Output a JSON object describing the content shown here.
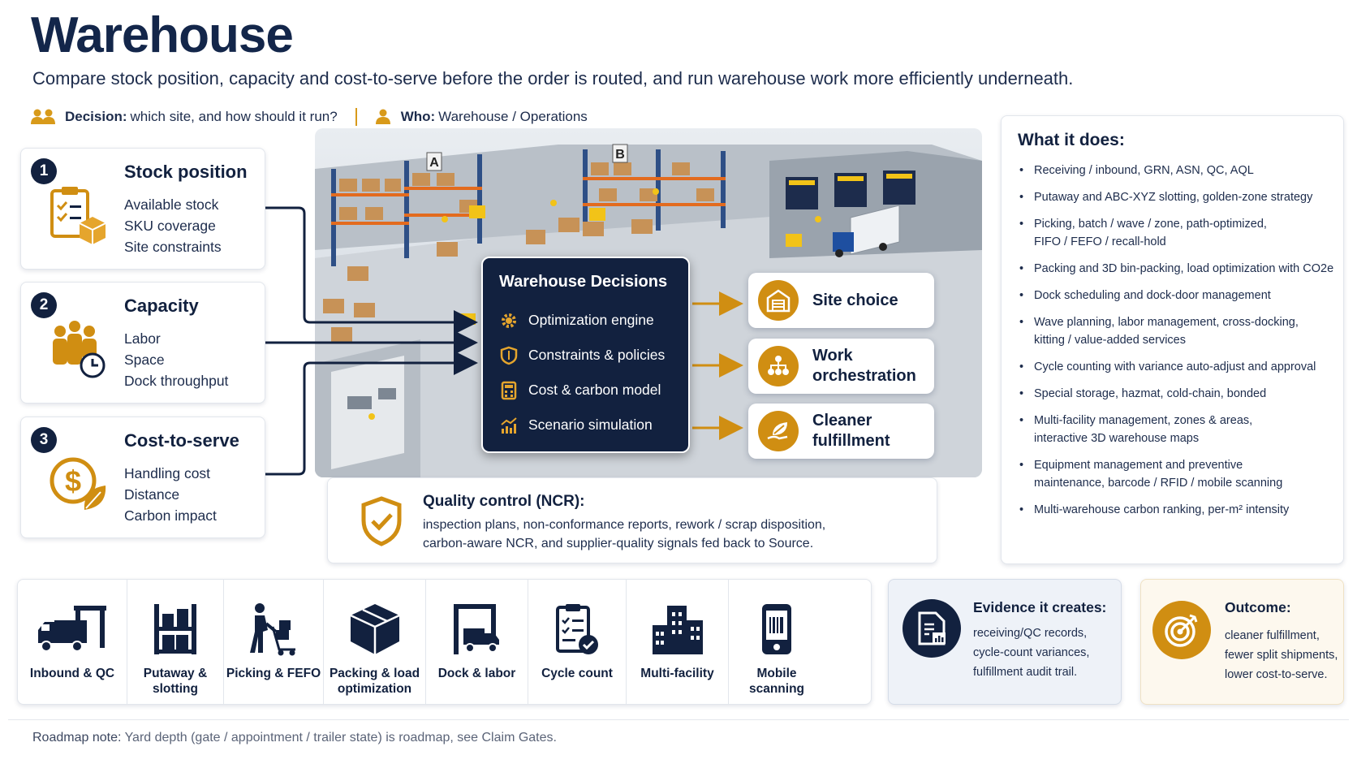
{
  "header": {
    "title": "Warehouse",
    "subtitle": "Compare stock position, capacity and cost-to-serve before the order is routed, and run warehouse work more efficiently underneath.",
    "decision_label": "Decision:",
    "decision_text": "which site, and how should it run?",
    "who_label": "Who:",
    "who_text": "Warehouse / Operations"
  },
  "inputs": [
    {
      "num": "1",
      "title": "Stock position",
      "lines": [
        "Available stock",
        "SKU coverage",
        "Site constraints"
      ],
      "icon": "clipboard-box-icon"
    },
    {
      "num": "2",
      "title": "Capacity",
      "lines": [
        "Labor",
        "Space",
        "Dock throughput"
      ],
      "icon": "people-clock-icon"
    },
    {
      "num": "3",
      "title": "Cost-to-serve",
      "lines": [
        "Handling cost",
        "Distance",
        "Carbon impact"
      ],
      "icon": "dollar-leaf-icon"
    }
  ],
  "scene": {
    "aisle_a": "A",
    "aisle_b": "B"
  },
  "decisions": {
    "title": "Warehouse Decisions",
    "items": [
      "Optimization engine",
      "Constraints & policies",
      "Cost & carbon model",
      "Scenario simulation"
    ]
  },
  "outcomes": [
    {
      "label_1": "Site choice",
      "label_2": "",
      "icon": "warehouse-icon"
    },
    {
      "label_1": "Work",
      "label_2": "orchestration",
      "icon": "org-chart-icon"
    },
    {
      "label_1": "Cleaner",
      "label_2": "fulfillment",
      "icon": "leaf-hand-icon"
    }
  ],
  "quality": {
    "title": "Quality control (NCR):",
    "line_1": "inspection plans, non-conformance reports, rework / scrap disposition,",
    "line_2": "carbon-aware NCR, and supplier-quality signals fed back to Source."
  },
  "what_it_does": {
    "title": "What it does:",
    "items": [
      [
        "Receiving / inbound, GRN, ASN, QC, AQL"
      ],
      [
        "Putaway and ABC-XYZ slotting, golden-zone strategy"
      ],
      [
        "Picking, batch / wave / zone, path-optimized,",
        "FIFO / FEFO / recall-hold"
      ],
      [
        "Packing and 3D bin-packing, load optimization with CO2e"
      ],
      [
        "Dock scheduling and dock-door management"
      ],
      [
        "Wave planning, labor management, cross-docking,",
        "kitting / value-added services"
      ],
      [
        "Cycle counting with variance auto-adjust and approval"
      ],
      [
        "Special storage, hazmat, cold-chain, bonded"
      ],
      [
        "Multi-facility management, zones & areas,",
        "interactive 3D warehouse maps"
      ],
      [
        "Equipment management and preventive",
        "maintenance, barcode / RFID / mobile scanning"
      ],
      [
        "Multi-warehouse carbon ranking, per-m² intensity"
      ]
    ]
  },
  "capabilities": [
    {
      "line_1": "Inbound & QC",
      "line_2": "",
      "icon": "truck-dock-icon"
    },
    {
      "line_1": "Putaway &",
      "line_2": "slotting",
      "icon": "shelf-icon"
    },
    {
      "line_1": "Picking & FEFO",
      "line_2": "",
      "icon": "picker-cart-icon"
    },
    {
      "line_1": "Packing & load",
      "line_2": "optimization",
      "icon": "package-icon"
    },
    {
      "line_1": "Dock & labor",
      "line_2": "",
      "icon": "dock-truck-icon"
    },
    {
      "line_1": "Cycle count",
      "line_2": "",
      "icon": "checklist-icon"
    },
    {
      "line_1": "Multi-facility",
      "line_2": "",
      "icon": "buildings-icon"
    },
    {
      "line_1": "Mobile scanning",
      "line_2": "",
      "icon": "phone-barcode-icon"
    }
  ],
  "evidence": {
    "title": "Evidence it creates:",
    "lines": [
      "receiving/QC records,",
      "cycle-count variances,",
      "fulfillment audit trail."
    ]
  },
  "outcome": {
    "title": "Outcome:",
    "lines": [
      "cleaner fulfillment,",
      "fewer split shipments,",
      "lower cost-to-serve."
    ]
  },
  "footer": {
    "label": "Roadmap note:",
    "text": "Yard depth (gate / appointment / trailer state) is roadmap, see Claim Gates."
  },
  "colors": {
    "navy": "#12213f",
    "gold": "#d08e12",
    "text": "#1d2c4c"
  }
}
